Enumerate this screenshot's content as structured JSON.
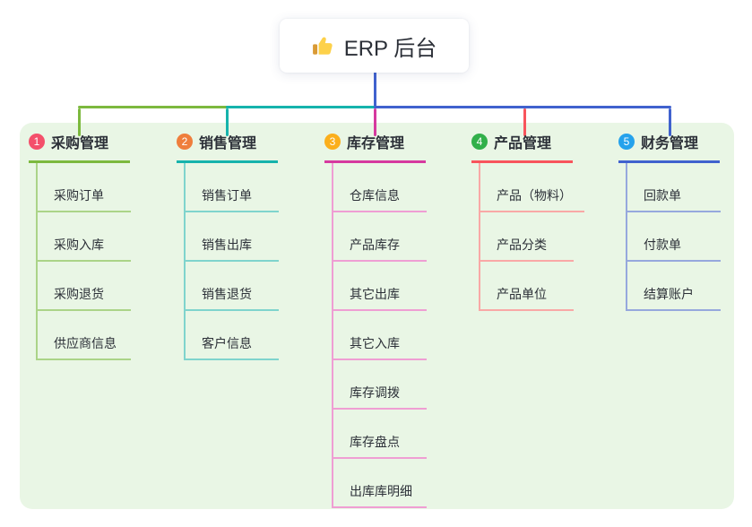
{
  "root": {
    "title": "ERP 后台",
    "icon": "thumbs-up-icon"
  },
  "theme": {
    "canvas_bg": "#ffffff",
    "panel_bg": "#e9f6e5",
    "text_color": "#2c3038",
    "root_bg": "#ffffff"
  },
  "branches": [
    {
      "badge": "1",
      "label": "采购管理",
      "color": "#7cb93e",
      "light_color": "#abd488",
      "badge_color": "#f4506b",
      "children": [
        "采购订单",
        "采购入库",
        "采购退货",
        "供应商信息"
      ]
    },
    {
      "badge": "2",
      "label": "销售管理",
      "color": "#16b3ac",
      "light_color": "#7fd4cd",
      "badge_color": "#ef7e3c",
      "children": [
        "销售订单",
        "销售出库",
        "销售退货",
        "客户信息"
      ]
    },
    {
      "badge": "3",
      "label": "库存管理",
      "color": "#d6399f",
      "light_color": "#ef9ed3",
      "badge_color": "#fbaf1c",
      "children": [
        "仓库信息",
        "产品库存",
        "其它出库",
        "其它入库",
        "库存调拨",
        "库存盘点",
        "出库库明细"
      ]
    },
    {
      "badge": "4",
      "label": "产品管理",
      "color": "#f8545c",
      "light_color": "#f9a8a6",
      "badge_color": "#31b04a",
      "children": [
        "产品（物料）",
        "产品分类",
        "产品单位"
      ]
    },
    {
      "badge": "5",
      "label": "财务管理",
      "color": "#4062ce",
      "light_color": "#96a8dd",
      "badge_color": "#25a2ec",
      "children": [
        "回款单",
        "付款单",
        "结算账户"
      ]
    }
  ]
}
